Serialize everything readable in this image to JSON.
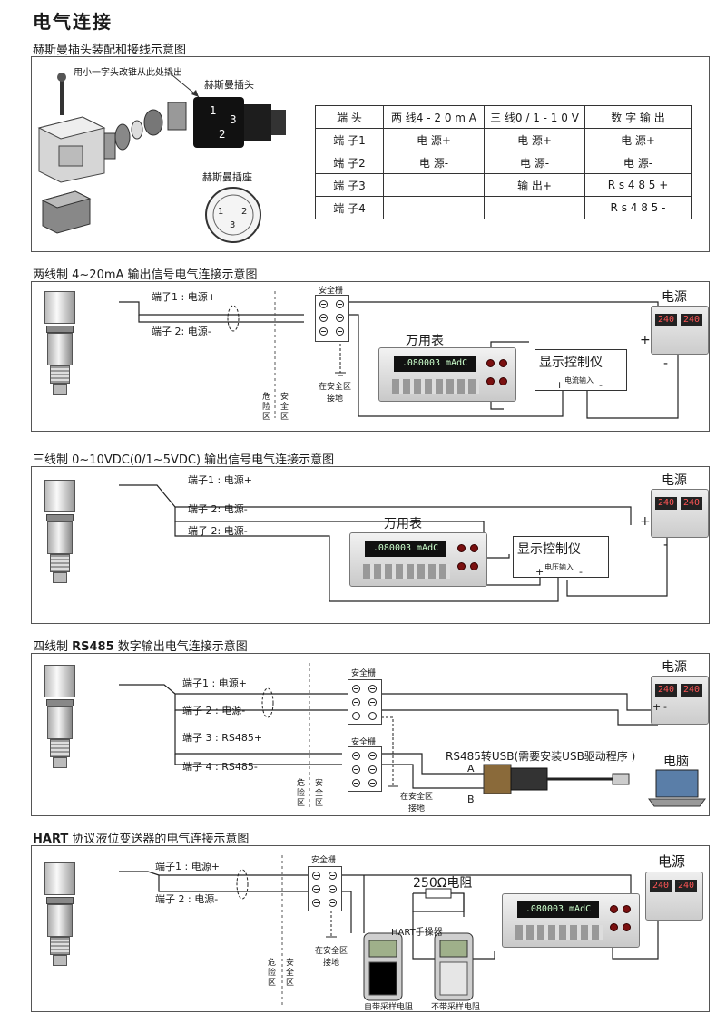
{
  "title": "电气连接",
  "section1": {
    "heading": "赫斯曼插头装配和接线示意图",
    "callout_screw": "用小一字头改锥从此处撬出",
    "plug_label": "赫斯曼插头",
    "socket_label": "赫斯曼插座",
    "plug_pins": [
      "1",
      "2",
      "3"
    ],
    "table": {
      "headers": [
        "端 头",
        "两 线4 - 2 0 m A",
        "三 线0 / 1 - 1 0 V",
        "数 字 输 出"
      ],
      "rows": [
        [
          "端 子1",
          "电 源+",
          "电 源+",
          "电 源+"
        ],
        [
          "端 子2",
          "电 源-",
          "电 源-",
          "电 源-"
        ],
        [
          "端 子3",
          "",
          "输 出+",
          "R s 4 8 5 +"
        ],
        [
          "端 子4",
          "",
          "",
          "R s 4 8 5 -"
        ]
      ]
    }
  },
  "section2": {
    "heading": "两线制 4~20mA 输出信号电气连接示意图",
    "t1": "端子1 : 电源+",
    "t2": "端子 2: 电源-",
    "barrier": "安全栅",
    "ground": "在安全区\n接地",
    "danger": "危\n险\n区",
    "safe": "安\n全\n区",
    "meter_label": "万用表",
    "meter_screen": ".080003 mAdC",
    "display_label": "显示控制仪",
    "display_input": "电流输入",
    "psu_label": "电源",
    "psu_screen": [
      "240",
      "240"
    ]
  },
  "section3": {
    "heading": "三线制 0~10VDC(0/1~5VDC) 输出信号电气连接示意图",
    "t1": "端子1 : 电源+",
    "t2": "端子 2: 电源-",
    "t3": "端子 2: 电源-",
    "meter_label": "万用表",
    "meter_screen": ".080003 mAdC",
    "display_label": "显示控制仪",
    "display_input": "电压输入",
    "psu_label": "电源",
    "psu_screen": [
      "240",
      "240"
    ]
  },
  "section4": {
    "heading_pre": "四线制 ",
    "heading_bold": "RS485",
    "heading_post": " 数字输出电气连接示意图",
    "t1": "端子1 : 电源+",
    "t2": "端子 2 : 电源-",
    "t3": "端子 3 : RS485+",
    "t4": "端子 4 : RS485-",
    "barrier": "安全栅",
    "ground": "在安全区\n接地",
    "danger": "危\n险\n区",
    "safe": "安\n全\n区",
    "converter": "RS485转USB(需要安装USB驱动程序 )",
    "pin_a": "A",
    "pin_b": "B",
    "psu_label": "电源",
    "psu_screen": [
      "240",
      "240"
    ],
    "pc_label": "电脑"
  },
  "section5": {
    "heading_bold": "HART",
    "heading_post": " 协议液位变送器的电气连接示意图",
    "t1": "端子1 : 电源+",
    "t2": "端子 2 : 电源-",
    "barrier": "安全栅",
    "resistor": "250Ω电阻",
    "hart": "HART手操器",
    "ground": "在安全区\n接地",
    "danger": "危\n险\n区",
    "safe": "安\n全\n区",
    "with_res": "自带采样电阻",
    "without_res": "不带采样电阻",
    "meter_screen": ".080003 mAdC",
    "psu_label": "电源",
    "psu_screen": [
      "240",
      "240"
    ]
  },
  "plus": "+",
  "minus": "-"
}
